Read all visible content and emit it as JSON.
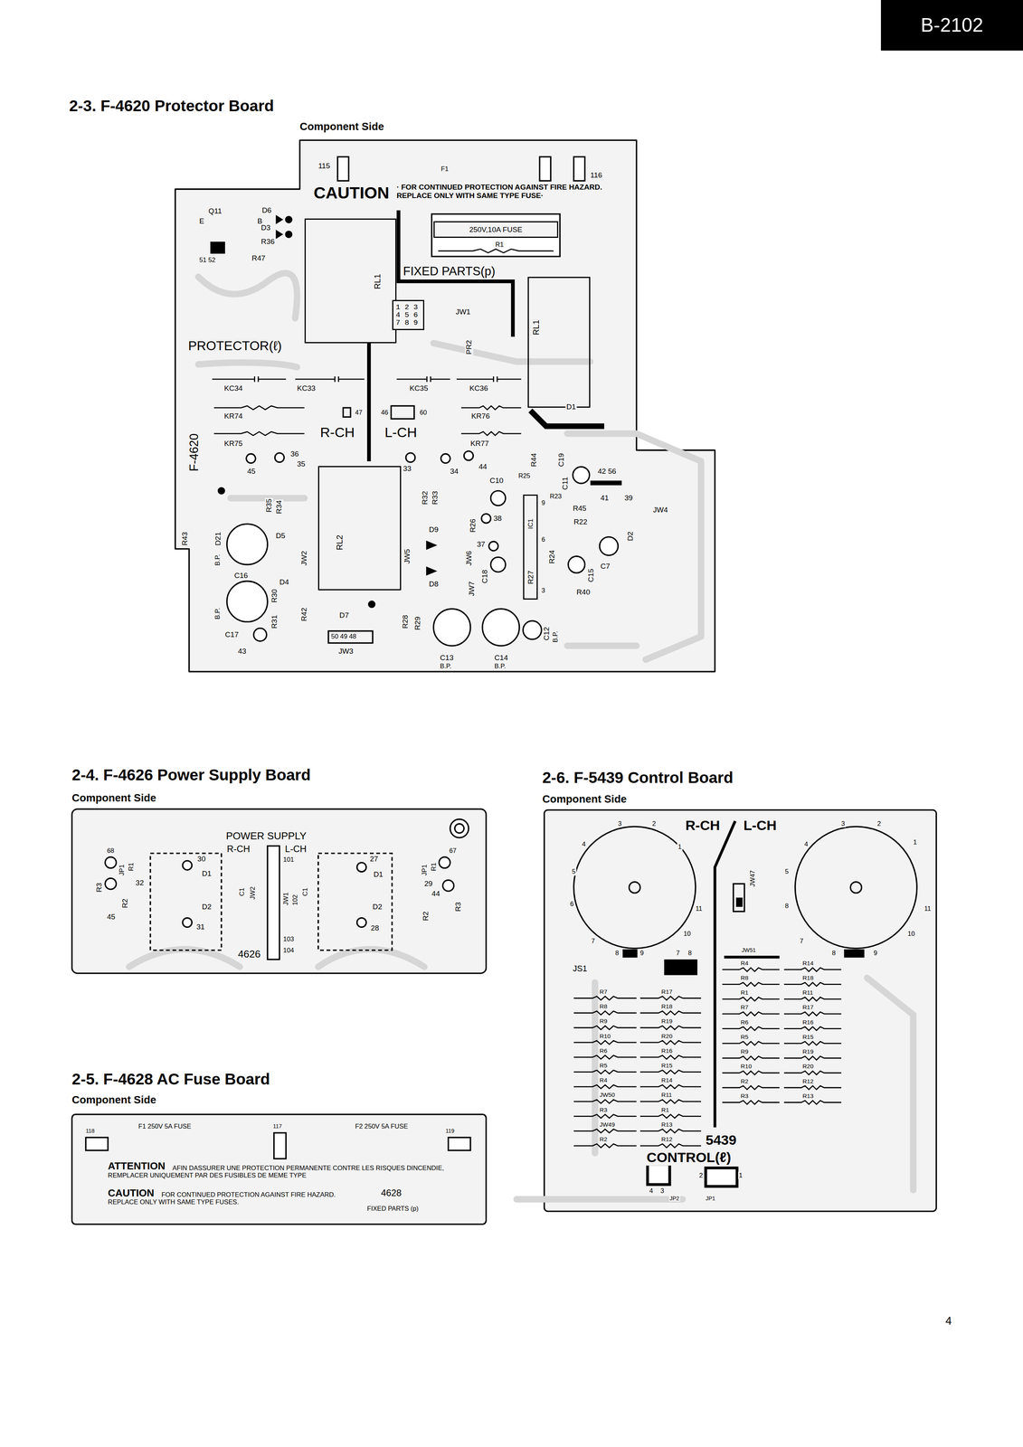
{
  "diagram": {
    "nodes": [
      {
        "text": [
          "B-2102"
        ]
      },
      {
        "text": [
          "2-3. F-4620 Protector Board",
          "Component Side"
        ]
      },
      {
        "text": [
          "250V,10A FUSE"
        ],
        "in": 1
      },
      {
        "text": [
          "RL1"
        ],
        "in": 1
      },
      {
        "text": [
          "1 2 3 4 5 6 7 8 9"
        ],
        "in": 1
      },
      {
        "text": [
          "RL1"
        ],
        "in": 1
      },
      {
        "text": [
          "RL2"
        ],
        "in": 1
      },
      {
        "text": [
          "IC1"
        ],
        "in": 1
      },
      {
        "text": [
          "2-4. F-4626 Power Supply Board",
          "Component Side"
        ]
      },
      {
        "text": [
          "2-5. F-4628 AC Fuse Board",
          "Component Side"
        ]
      },
      {
        "text": [
          "2-6. F-5439 Control Board",
          "Component Side"
        ]
      }
    ],
    "labels": [
      "115",
      "F1",
      "116",
      "CAUTION",
      "· FOR CONTINUED PROTECTION AGAINST FIRE HAZARD. REPLACE ONLY WITH SAME TYPE FUSE·",
      "R1",
      "FIXED PARTS(p)",
      "Q11",
      "E",
      "B",
      "D6",
      "D3",
      "R36",
      "R47",
      "51 52",
      "PROTECTOR(ℓ)",
      "JW1",
      "PR2",
      "KC34",
      "KC33",
      "KC35",
      "KC36",
      "KR74",
      "KR76",
      "47",
      "46",
      "60",
      "F-4620",
      "R-CH",
      "L-CH",
      "KR75",
      "KR77",
      "D1",
      "R44",
      "C19",
      "36",
      "35",
      "45",
      "33",
      "34",
      "44",
      "C10",
      "R25",
      "C11",
      "R23",
      "42 56",
      "41",
      "39",
      "JW4",
      "R45",
      "R22",
      "R43",
      "D21",
      "R35",
      "R34",
      "R32",
      "R33",
      "R26",
      "38",
      "9",
      "6",
      "3",
      "D9",
      "JW5",
      "JW6",
      "37",
      "R24",
      "D2",
      "C7",
      "B.P.",
      "C16",
      "D5",
      "JW2",
      "R30",
      "D4",
      "D8",
      "JW7",
      "C18",
      "R27",
      "C15",
      "R40",
      "B.P.",
      "R31",
      "R42",
      "C17",
      "R28",
      "R29",
      "D7",
      "50 49 48",
      "JW3",
      "43",
      "C13",
      "B.P.",
      "C14",
      "B.P.",
      "C12",
      "B.P.",
      "POWER SUPPLY",
      "R-CH",
      "L-CH",
      "68",
      "JP1",
      "R1",
      "30",
      "D1",
      "32",
      "R3",
      "C1",
      "JW2",
      "101",
      "JW1",
      "102",
      "C1",
      "103",
      "104",
      "R2",
      "45",
      "D2",
      "31",
      "27",
      "D1",
      "D2",
      "28",
      "JP1",
      "R1",
      "67",
      "29",
      "44",
      "R2",
      "R3",
      "4626",
      "118",
      "F1 250V 5A FUSE",
      "117",
      "F2 250V 5A FUSE",
      "119",
      "ATTENTION",
      "AFIN DASSURER UNE PROTECTION PERMANENTE CONTRE LES RISQUES DINCENDIE, REMPLACER UNIQUEMENT PAR DES FUSIBLES DE MEME TYPE",
      "CAUTION",
      "FOR CONTINUED PROTECTION AGAINST FIRE HAZARD. REPLACE ONLY WITH SAME TYPE FUSES.",
      "4628",
      "FIXED PARTS (p)",
      "R-CH",
      "L-CH",
      "3",
      "2",
      "4",
      "1",
      "5",
      "6",
      "11",
      "7",
      "10",
      "8",
      "9",
      "7",
      "8",
      "3",
      "2",
      "4",
      "1",
      "5",
      "8",
      "11",
      "7",
      "10",
      "8",
      "9",
      "JW47",
      "JS1",
      "JW51",
      "R7",
      "R8",
      "R9",
      "R10",
      "R6",
      "R5",
      "R4",
      "JW50",
      "R3",
      "JW49",
      "R2",
      "R17",
      "R18",
      "R19",
      "R20",
      "R16",
      "R15",
      "R14",
      "R11",
      "R1",
      "R13",
      "R12",
      "R4",
      "R8",
      "R1",
      "R7",
      "R6",
      "R5",
      "R9",
      "R10",
      "R2",
      "R3",
      "R14",
      "R18",
      "R11",
      "R17",
      "R16",
      "R15",
      "R19",
      "R20",
      "R12",
      "R13",
      "5439",
      "CONTROL(ℓ)",
      "4",
      "3",
      "JP2",
      "2",
      "1",
      "JP1",
      "4"
    ]
  }
}
